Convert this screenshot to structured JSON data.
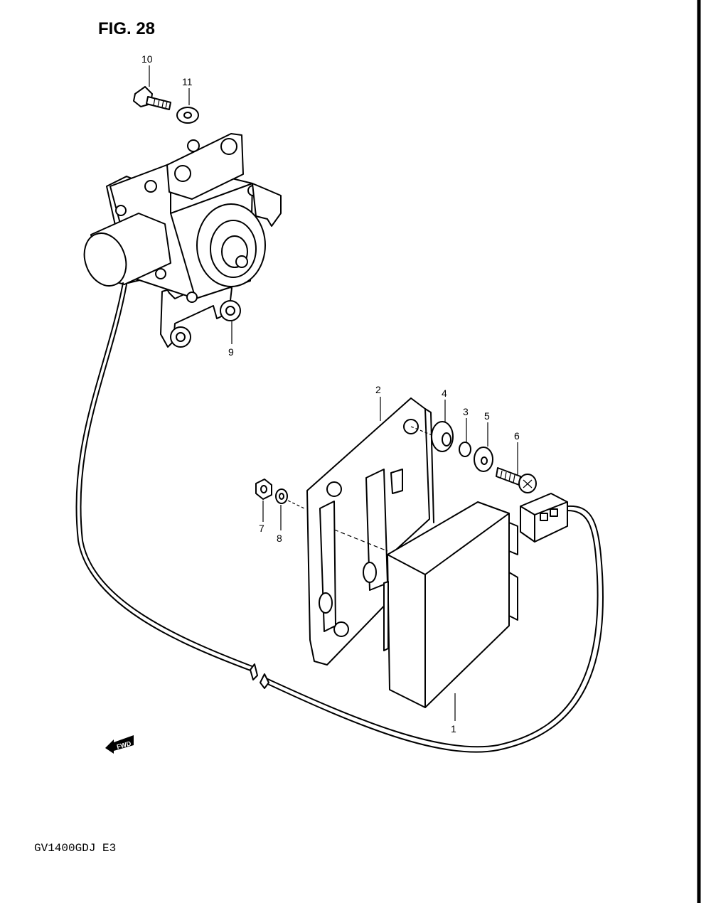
{
  "figure": {
    "title": "FIG. 28",
    "model_code": "GV1400GDJ  E3",
    "direction_mark": "FWD"
  },
  "callouts": [
    {
      "id": "1",
      "label": "1"
    },
    {
      "id": "2",
      "label": "2"
    },
    {
      "id": "3",
      "label": "3"
    },
    {
      "id": "4",
      "label": "4"
    },
    {
      "id": "5",
      "label": "5"
    },
    {
      "id": "6",
      "label": "6"
    },
    {
      "id": "7",
      "label": "7"
    },
    {
      "id": "8",
      "label": "8"
    },
    {
      "id": "9",
      "label": "9"
    },
    {
      "id": "10",
      "label": "10"
    },
    {
      "id": "11",
      "label": "11"
    }
  ]
}
